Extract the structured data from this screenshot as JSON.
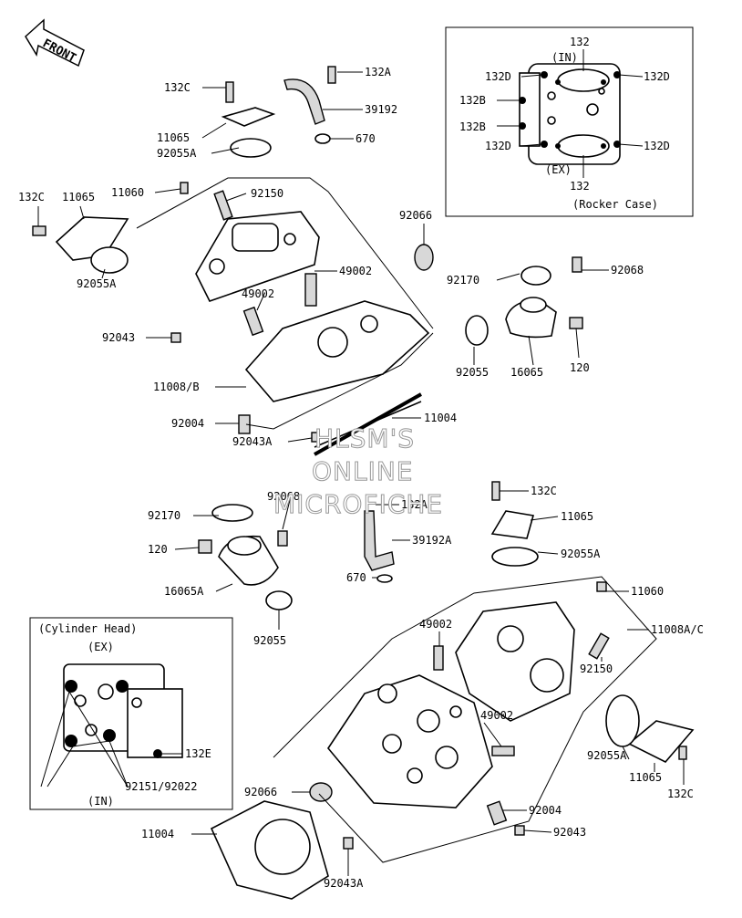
{
  "front_label": "FRONT",
  "watermark": [
    "HLSM'S",
    "ONLINE",
    "MICROFICHE"
  ],
  "inset_rocker": {
    "title": "(Rocker Case)",
    "labels": [
      "132",
      "(IN)",
      "132D",
      "132D",
      "132B",
      "132B",
      "132D",
      "132D",
      "(EX)",
      "132"
    ]
  },
  "inset_head": {
    "title": "(Cylinder Head)",
    "labels": [
      "(EX)",
      "132E",
      "92151/92022",
      "(IN)"
    ]
  },
  "callouts": [
    "132C",
    "132A",
    "11065",
    "39192",
    "92055A",
    "670",
    "132C",
    "11065",
    "11060",
    "92150",
    "92066",
    "92055A",
    "49002",
    "92170",
    "92068",
    "49002",
    "92043",
    "92055",
    "16065",
    "120",
    "11008/B",
    "11004",
    "92004",
    "92043A",
    "132C",
    "92068",
    "92170",
    "132A",
    "11065",
    "39192A",
    "120",
    "92055A",
    "670",
    "16065A",
    "11060",
    "92055",
    "49002",
    "11008A/C",
    "92150",
    "49002",
    "92055A",
    "11065",
    "132C",
    "92066",
    "92004",
    "11004",
    "92043",
    "92043A"
  ]
}
